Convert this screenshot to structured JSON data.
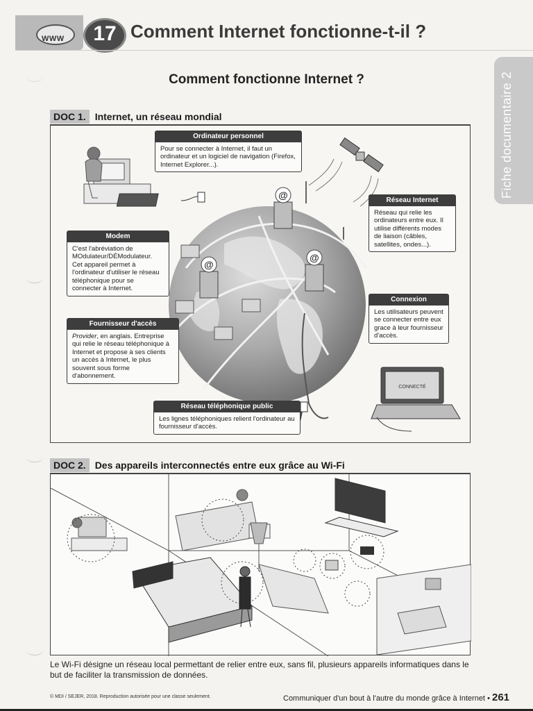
{
  "header": {
    "badge": "WWW",
    "chapter_number": "17",
    "chapter_title": "Comment Internet fonctionne-t-il ?"
  },
  "side_tab": "Fiche documentaire 2",
  "page_title": "Comment fonctionne Internet ?",
  "doc1": {
    "tag": "DOC 1.",
    "title": "Internet, un réseau mondial",
    "boxes": {
      "ordinateur": {
        "title": "Ordinateur personnel",
        "text": "Pour se connecter à Internet, il faut un ordinateur et un logiciel de navigation (Firefox, Internet Explorer...)."
      },
      "reseau": {
        "title": "Réseau Internet",
        "text": "Réseau qui relie les ordinateurs entre eux. Il utilise différents modes de liaison (câbles, satellites, ondes...)."
      },
      "modem": {
        "title": "Modem",
        "text": "C'est l'abréviation de MOdulateur/DÉModulateur. Cet appareil permet à l'ordinateur d'utiliser le réseau téléphonique pour se connecter à Internet."
      },
      "connexion": {
        "title": "Connexion",
        "text": "Les utilisateurs peuvent se connecter entre eux grace à leur fournisseur d'accès."
      },
      "fournisseur": {
        "title": "Fournisseur d'accès",
        "text_italic": "Provider",
        "text": ", en anglais. Entreprise qui relie le réseau téléphonique à Internet et propose à ses clients un accès à Internet, le plus souvent sous forme d'abonnement."
      },
      "telephonique": {
        "title": "Réseau téléphonique public",
        "text": "Les lignes téléphoniques relient l'ordinateur au fournisseur d'accès."
      }
    },
    "laptop_screen": "CONNECTÉ",
    "server_symbol": "@"
  },
  "doc2": {
    "tag": "DOC 2.",
    "title": "Des appareils interconnectés entre eux grâce au Wi-Fi"
  },
  "caption": "Le Wi-Fi désigne un réseau local permettant de relier entre eux, sans fil, plusieurs appareils informatiques dans le but de faciliter la transmission de données.",
  "footer": {
    "copyright": "© MDI / SEJER, 2018. Reproduction autorisée pour une classe seulement.",
    "section": "Communiquer d'un bout à l'autre du monde grâce à Internet",
    "bullet": "•",
    "page": "261"
  },
  "colors": {
    "box_header": "#3d3d3d",
    "tab": "#c9c9c9",
    "doc_tag": "#c2c2c2"
  }
}
